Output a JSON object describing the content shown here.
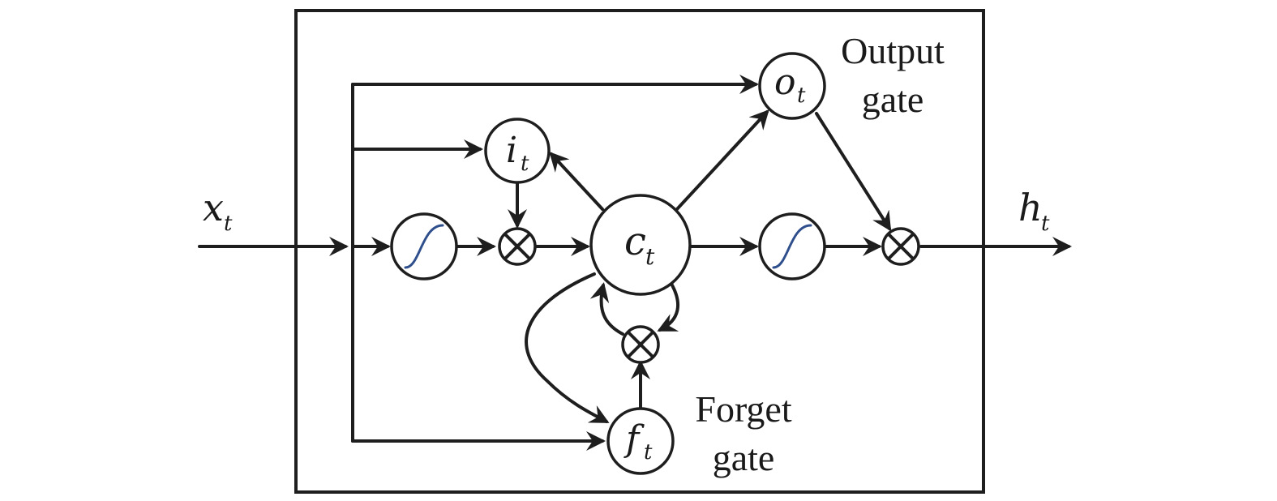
{
  "diagram": {
    "input": {
      "symbol": "x",
      "subscript": "t"
    },
    "output": {
      "symbol": "h",
      "subscript": "t"
    },
    "nodes": {
      "input_gate": {
        "symbol": "i",
        "subscript": "t"
      },
      "output_gate": {
        "symbol": "o",
        "subscript": "t"
      },
      "forget_gate": {
        "symbol": "f",
        "subscript": "t"
      },
      "cell": {
        "symbol": "c",
        "subscript": "t"
      }
    },
    "labels": {
      "output_gate_line1": "Output",
      "output_gate_line2": "gate",
      "forget_gate_line1": "Forget",
      "forget_gate_line2": "gate"
    },
    "colors": {
      "stroke": "#1e1e1e",
      "sigmoid_curve": "#2f4f8c",
      "background": "#ffffff"
    }
  }
}
